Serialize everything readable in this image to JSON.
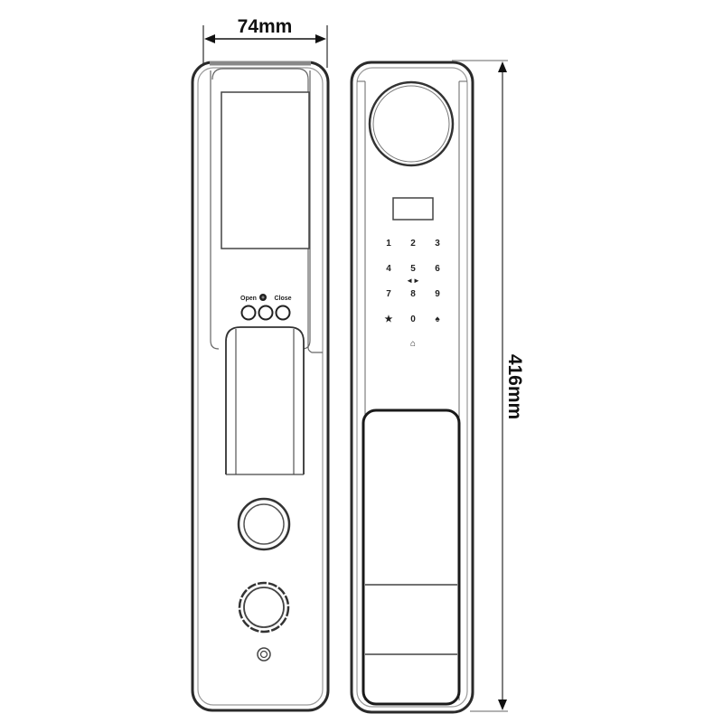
{
  "dimensions": {
    "width_label": "74mm",
    "height_label": "416mm"
  },
  "front_view": {
    "indicator_labels": {
      "open": "Open",
      "close": "Close"
    },
    "buttons_count": 3
  },
  "back_view": {
    "keypad": {
      "rows": [
        [
          "1",
          "2",
          "3"
        ],
        [
          "4",
          "5",
          "6"
        ],
        [
          "7",
          "8",
          "9"
        ],
        [
          "★",
          "0",
          "♠"
        ]
      ],
      "center_symbol": "◄►",
      "bottom_symbol": "⌂"
    }
  },
  "colors": {
    "line": "#2a2a2a",
    "line_light": "#8a8a8a",
    "background": "#ffffff"
  }
}
